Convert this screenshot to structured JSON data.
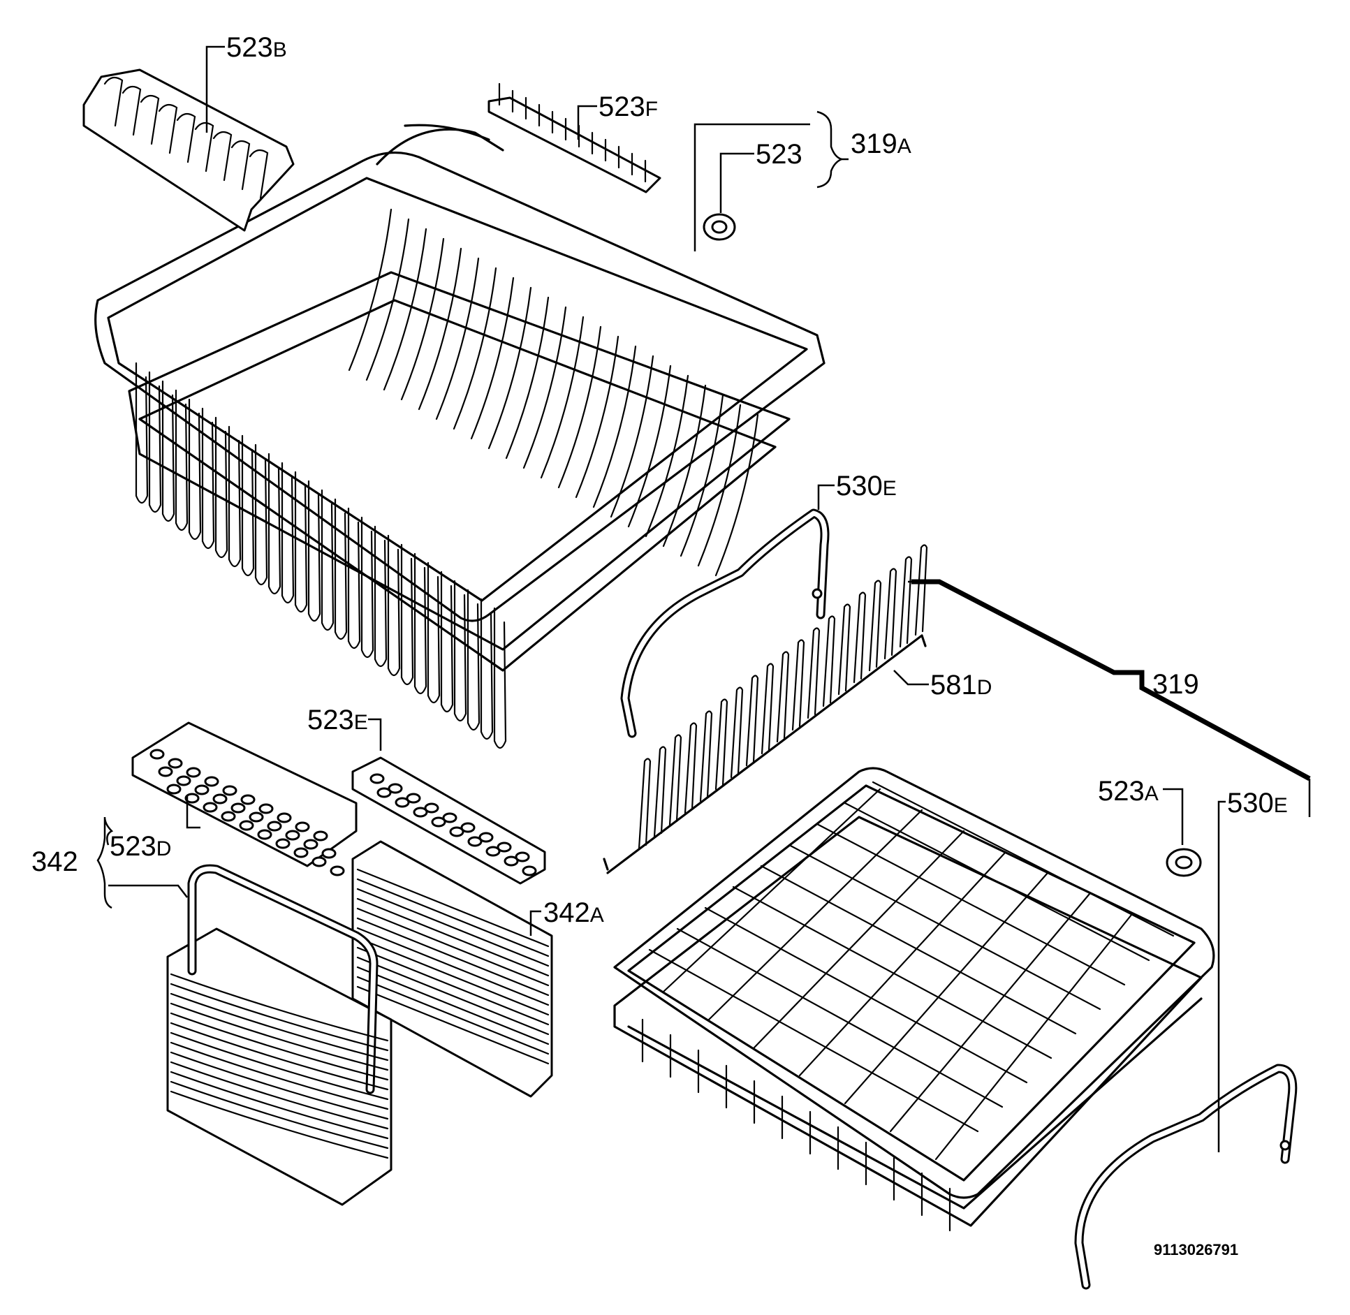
{
  "labels": {
    "l523b": {
      "num": "523",
      "suf": "B"
    },
    "l523f": {
      "num": "523",
      "suf": "F"
    },
    "l319a": {
      "num": "319",
      "suf": "A"
    },
    "l523": {
      "num": "523",
      "suf": ""
    },
    "l530e_top": {
      "num": "530",
      "suf": "E"
    },
    "l581d": {
      "num": "581",
      "suf": "D"
    },
    "l319": {
      "num": "319",
      "suf": ""
    },
    "l523e": {
      "num": "523",
      "suf": "E"
    },
    "l342": {
      "num": "342",
      "suf": ""
    },
    "l523d": {
      "num": "523",
      "suf": "D"
    },
    "l342a": {
      "num": "342",
      "suf": "A"
    },
    "l523a": {
      "num": "523",
      "suf": "A"
    },
    "l530e_bottom": {
      "num": "530",
      "suf": "E"
    }
  },
  "drawing_code": "9113026791"
}
